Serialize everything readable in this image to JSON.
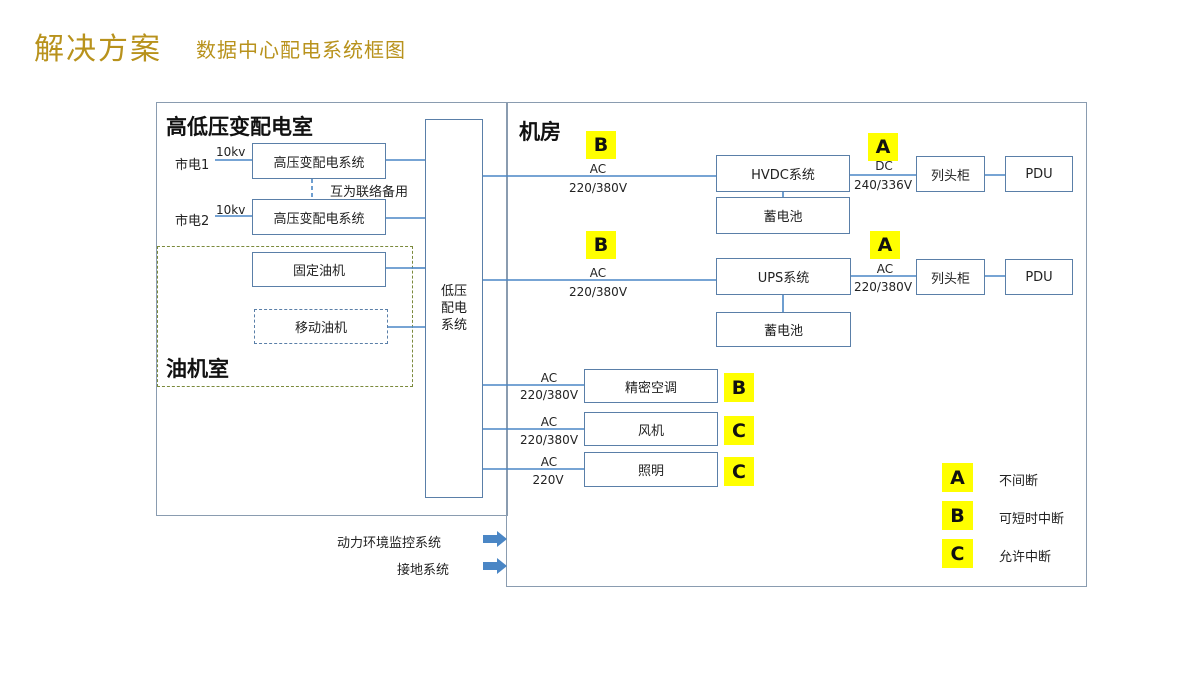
{
  "header": {
    "title": "解决方案",
    "subtitle": "数据中心配电系统框图"
  },
  "rooms": {
    "hv_room": "高低压变配电室",
    "oil_room": "油机室",
    "machine_room": "机房"
  },
  "hv": {
    "utility1": "市电1",
    "utility2": "市电2",
    "kv1": "10kv",
    "kv2": "10kv",
    "hv_sys1": "高压变配电系统",
    "hv_sys2": "高压变配电系统",
    "mutual": "互为联络备用"
  },
  "gen": {
    "fixed": "固定油机",
    "mobile": "移动油机"
  },
  "lv": {
    "label": "低压配电系统"
  },
  "hvdc_branch": {
    "badge_in": "B",
    "ac": "AC",
    "ac_volt": "220/380V",
    "system": "HVDC系统",
    "battery": "蓄电池",
    "badge_out": "A",
    "dc": "DC",
    "dc_volt": "240/336V",
    "cabinet": "列头柜",
    "pdu": "PDU"
  },
  "ups_branch": {
    "badge_in": "B",
    "ac": "AC",
    "ac_volt": "220/380V",
    "system": "UPS系统",
    "battery": "蓄电池",
    "badge_out": "A",
    "ac_out": "AC",
    "ac_out_volt": "220/380V",
    "cabinet": "列头柜",
    "pdu": "PDU"
  },
  "loads": [
    {
      "ac": "AC",
      "volt": "220/380V",
      "name": "精密空调",
      "badge": "B"
    },
    {
      "ac": "AC",
      "volt": "220/380V",
      "name": "风机",
      "badge": "C"
    },
    {
      "ac": "AC",
      "volt": "220V",
      "name": "照明",
      "badge": "C"
    }
  ],
  "legend": [
    {
      "badge": "A",
      "text": "不间断"
    },
    {
      "badge": "B",
      "text": "可短时中断"
    },
    {
      "badge": "C",
      "text": "允许中断"
    }
  ],
  "external": {
    "monitoring": "动力环境监控系统",
    "grounding": "接地系统"
  },
  "colors": {
    "title": "#b8921c",
    "line": "#4a86c5",
    "badge": "#ffff00",
    "arrow": "#4a86c5"
  }
}
